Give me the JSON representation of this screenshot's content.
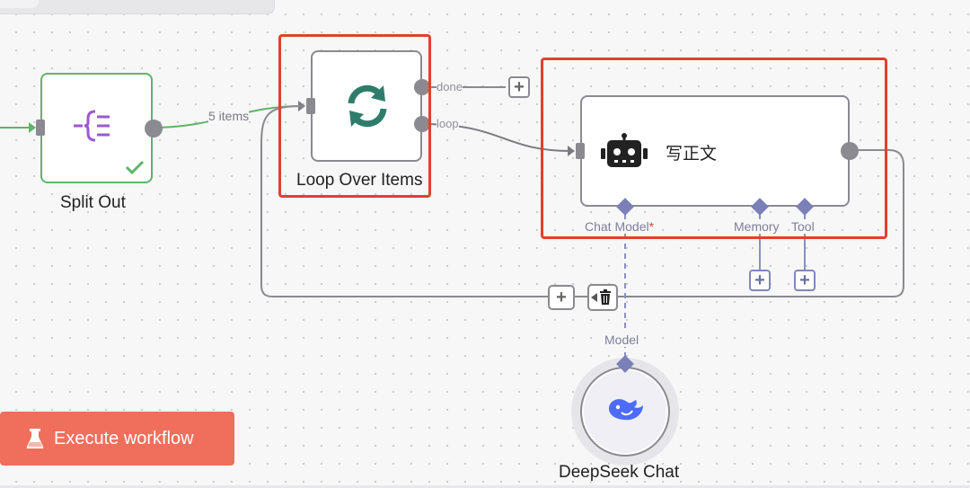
{
  "nodes": {
    "split_out": {
      "label": "Split Out",
      "icon": "split-out-icon",
      "status": "check-icon"
    },
    "loop_over_items": {
      "label": "Loop Over Items",
      "icon": "loop-icon"
    },
    "agent": {
      "label": "写正文",
      "icon": "robot-icon"
    },
    "deepseek": {
      "label": "DeepSeek Chat",
      "icon": "deepseek-whale-icon"
    }
  },
  "connections": {
    "split_to_loop_label": "5 items",
    "done_label": "done",
    "loop_label": "loop"
  },
  "agent_ports": {
    "chat_model": "Chat Model",
    "chat_model_required": "*",
    "memory": "Memory",
    "tool": "Tool"
  },
  "deepseek_port_label": "Model",
  "buttons": {
    "plus": "+",
    "execute_workflow": "Execute workflow"
  },
  "colors": {
    "accent_red": "#e0412e",
    "success_green": "#5fb36a",
    "execute_button": "#ef6f5c",
    "loop_icon": "#2e7d6b",
    "split_icon": "#9b59d0",
    "port_purple": "#7d7f99",
    "deepseek_blue": "#4d6bfe"
  }
}
